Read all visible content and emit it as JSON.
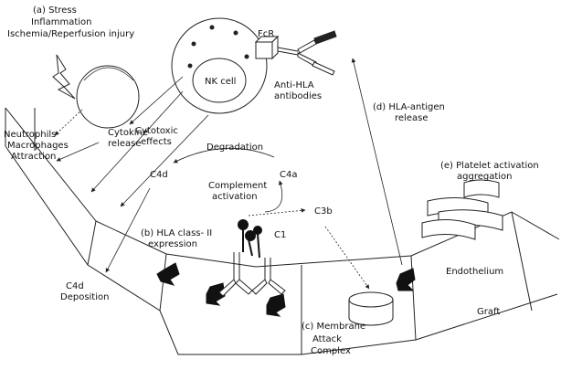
{
  "labels": {
    "a_line1": "(a) Stress",
    "a_line2": "Inflammation",
    "a_line3": "Ischemia/Reperfusion injury",
    "fcr": "FcR",
    "nk_cell": "NK cell",
    "anti_hla_1": "Anti-HLA",
    "anti_hla_2": "antibodies",
    "neutro_1": "Neutrophils",
    "neutro_2": "Macrophages",
    "neutro_3": "Attraction",
    "cytokine_1": "Cytokine",
    "cytokine_2": "release",
    "cytotoxic_1": "Cytotoxic",
    "cytotoxic_2": "effects",
    "degradation": "Degradation",
    "c4d": "C4d",
    "c4a": "C4a",
    "complement_1": "Complement",
    "complement_2": "activation",
    "c3b": "C3b",
    "d_line1": "(d) HLA-antigen",
    "d_line2": "release",
    "e_line1": "(e) Platelet activation",
    "e_line2": "aggregation",
    "b_line1": "(b) HLA class- II",
    "b_line2": "expression",
    "c1": "C1",
    "c4d_dep_1": "C4d",
    "c4d_dep_2": "Deposition",
    "endothelium": "Endothelium",
    "graft": "Graft",
    "c_line1": "(c) Membrane",
    "c_line2": "Attack",
    "c_line3": "Complex"
  }
}
